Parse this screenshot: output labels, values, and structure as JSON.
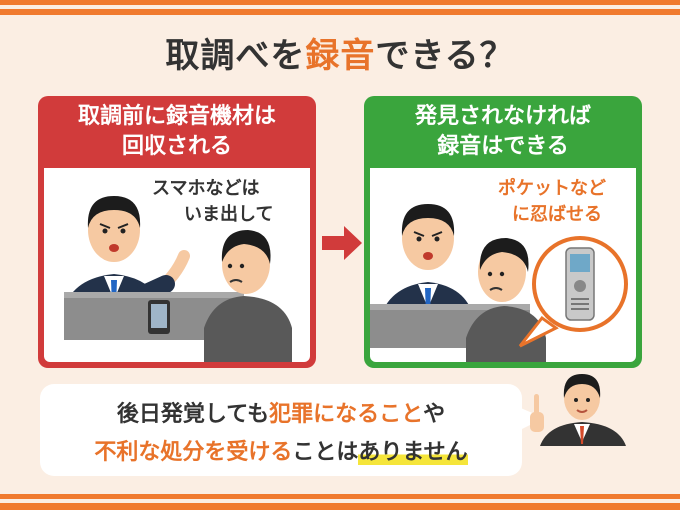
{
  "title": {
    "main": "取調べを",
    "accent": "録音",
    "tail": "できる？"
  },
  "left_panel": {
    "heading_line1": "取調前に録音機材は",
    "heading_line2": "回収される",
    "speech_line1": "スマホなどは",
    "speech_line2": "いま出して"
  },
  "right_panel": {
    "heading_line1": "発見されなければ",
    "heading_line2": "録音はできる",
    "note_line1": "ポケットなど",
    "note_line2": "に忍ばせる"
  },
  "bottom": {
    "l1_a": "後日発覚しても",
    "l1_b": "犯罪になること",
    "l1_c": "や",
    "l2_a": "不利な処分を受ける",
    "l2_b": "ことは",
    "l2_c": "ありません"
  },
  "colors": {
    "accent": "#e8732a",
    "red": "#d13b3b",
    "green": "#3aa53d",
    "background": "#fbeee3",
    "highlight": "#f5e53a"
  },
  "icons": [
    "arrow-right-icon",
    "voice-recorder-icon",
    "smartphone-icon",
    "pointing-finger-icon"
  ]
}
